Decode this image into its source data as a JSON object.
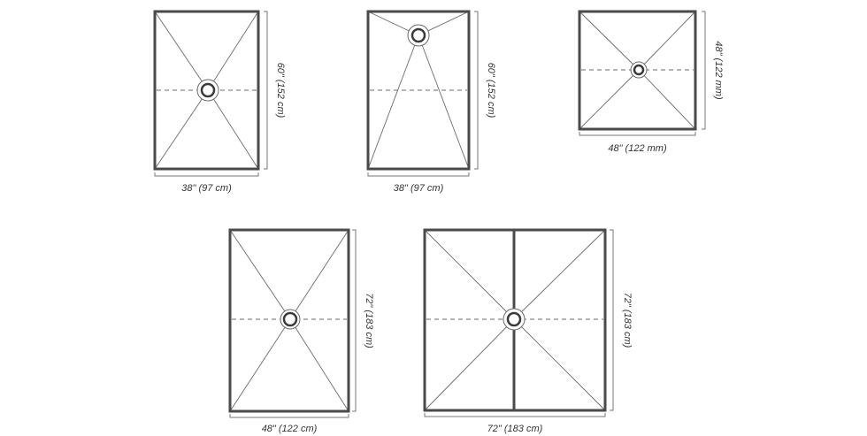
{
  "panels": [
    {
      "name": "rect-center-drain",
      "width_label": "38\"  (97 cm)",
      "height_label": "60\"  (152 cm)",
      "drain": "center"
    },
    {
      "name": "rect-end-drain",
      "width_label": "38\"  (97 cm)",
      "height_label": "60\"  (152 cm)",
      "drain": "end"
    },
    {
      "name": "square-center-drain",
      "width_label": "48\"  (122 mm)",
      "height_label": "48\"  (122 mm)",
      "drain": "center"
    },
    {
      "name": "rect-center-drain-large",
      "width_label": "48\"  (122 cm)",
      "height_label": "72\"  (183 cm)",
      "drain": "center"
    },
    {
      "name": "square-split-center-drain",
      "width_label": "72\"  (183 cm)",
      "height_label": "72\"  (183 cm)",
      "drain": "center",
      "divided": true
    }
  ],
  "colors": {
    "frame": "#4a4a4a",
    "lines": "#6a6a6a",
    "text": "#333333"
  }
}
